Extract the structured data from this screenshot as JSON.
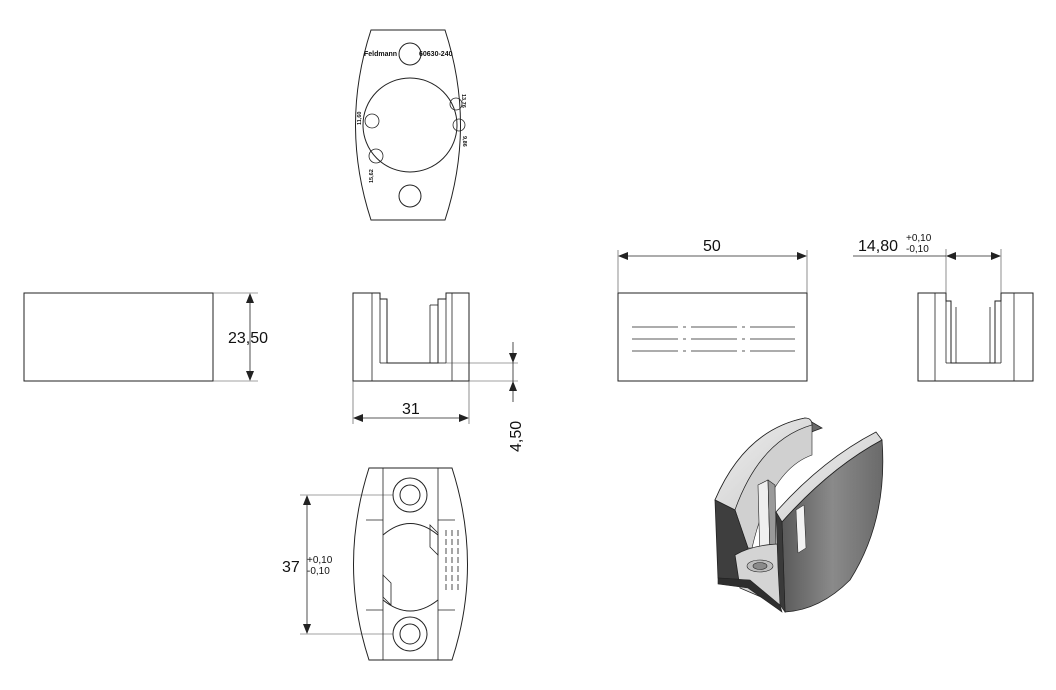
{
  "engraving": {
    "brand": "Feldmann",
    "part_number": "60630-240",
    "hole_labels": [
      "11,60",
      "13,76",
      "9,86",
      "15,62"
    ]
  },
  "dimensions": {
    "height": "23,50",
    "width_front": "31",
    "base_thickness": "4,50",
    "length": "50",
    "slot_width": "14,80",
    "slot_tol_plus": "+0,10",
    "slot_tol_minus": "-0,10",
    "hole_spacing": "37",
    "hole_tol_plus": "+0,10",
    "hole_tol_minus": "-0,10"
  },
  "colors": {
    "line": "#222222",
    "shade_dark": "#4a4a4a",
    "shade_mid": "#7a7a7a",
    "shade_light": "#d8d8d8"
  }
}
